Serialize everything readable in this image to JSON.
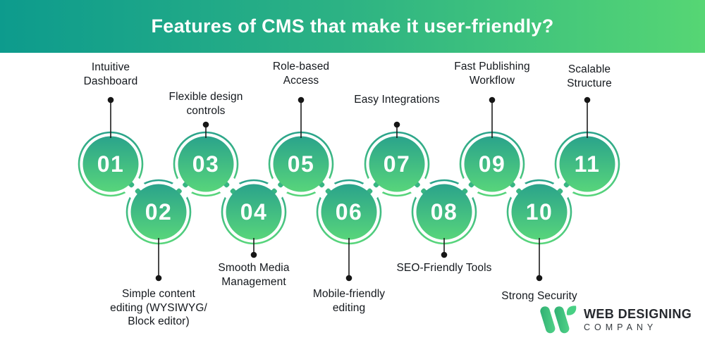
{
  "header": {
    "title": "Features of CMS that make it user-friendly?"
  },
  "features": [
    {
      "number": "01",
      "label": "Intuitive\nDashboard"
    },
    {
      "number": "02",
      "label": "Simple content\nediting (WYSIWYG/\nBlock editor)"
    },
    {
      "number": "03",
      "label": "Flexible design\ncontrols"
    },
    {
      "number": "04",
      "label": "Smooth Media\nManagement"
    },
    {
      "number": "05",
      "label": "Role-based\nAccess"
    },
    {
      "number": "06",
      "label": "Mobile-friendly\nediting"
    },
    {
      "number": "07",
      "label": "Easy Integrations"
    },
    {
      "number": "08",
      "label": "SEO-Friendly Tools"
    },
    {
      "number": "09",
      "label": "Fast Publishing\nWorkflow"
    },
    {
      "number": "10",
      "label": "Strong Security"
    },
    {
      "number": "11",
      "label": "Scalable\nStructure"
    }
  ],
  "logo": {
    "name": "WEB DESIGNING",
    "sub": "COMPANY"
  },
  "colors": {
    "header_gradient_left": "#0d9b8d",
    "header_gradient_right": "#56d674",
    "circle_gradient_top": "#2aa38b",
    "circle_gradient_bottom": "#58d57b",
    "link_stripe": "#38b583",
    "connector": "#1c1c1c",
    "label_text": "#14181d",
    "title_text": "#ffffff",
    "logo_text": "#26292e"
  }
}
